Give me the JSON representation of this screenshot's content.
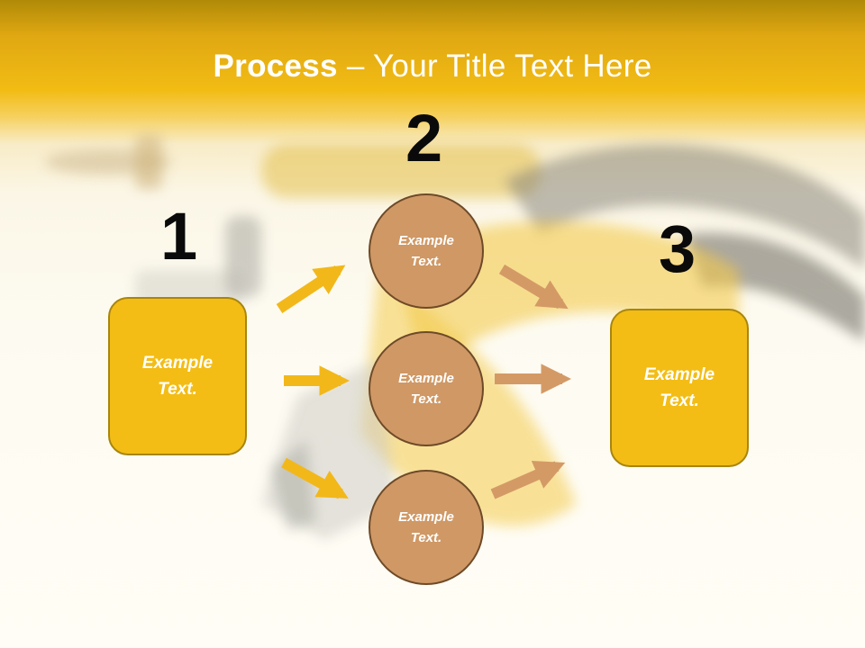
{
  "title": {
    "bold": "Process",
    "rest": " – Your Title Text Here"
  },
  "steps": [
    {
      "number": "1",
      "text": "Example Text."
    },
    {
      "number": "2",
      "items": [
        "Example Text.",
        "Example Text.",
        "Example Text."
      ]
    },
    {
      "number": "3",
      "text": "Example Text."
    }
  ],
  "colors": {
    "header": "#f2bc14",
    "box": "#f3bd16",
    "circle": "#cf9865",
    "arrow_in": "#f2b81a",
    "arrow_out": "#d49a66"
  }
}
